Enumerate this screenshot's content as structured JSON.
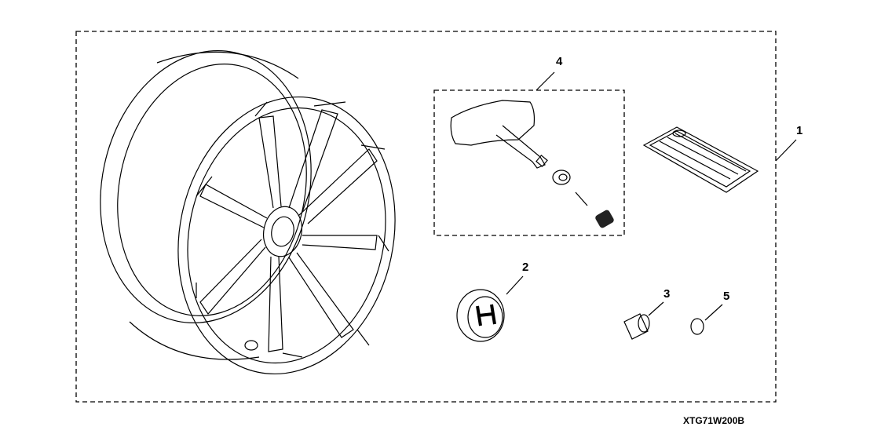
{
  "diagram": {
    "callouts": {
      "kit": "1",
      "center_cap": "2",
      "lug_nut": "3",
      "tpms_sensor_set": "4",
      "washer": "5"
    },
    "part_code": "XTG71W200B"
  }
}
